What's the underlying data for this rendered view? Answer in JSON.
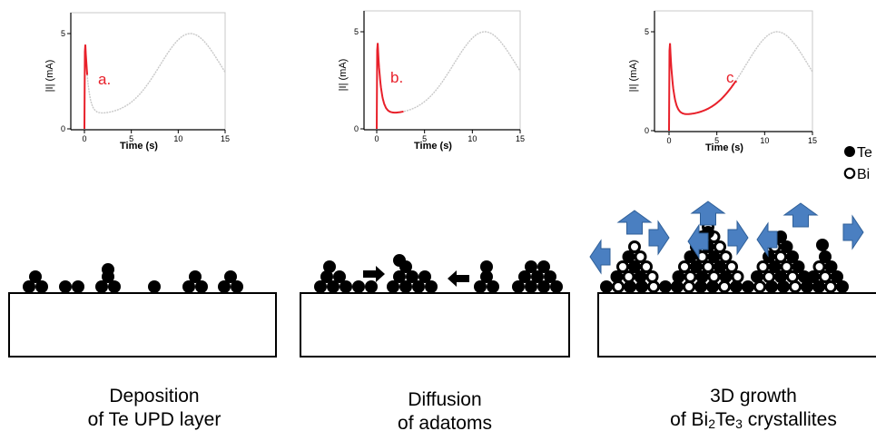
{
  "panels": [
    {
      "label": "a.",
      "caption_line1": "Deposition",
      "caption_line2": "of Te UPD layer"
    },
    {
      "label": "b.",
      "caption_line1": "Diffusion",
      "caption_line2": "of adatoms"
    },
    {
      "label": "c.",
      "caption_line1": "3D growth",
      "caption_line2_parts": [
        "of Bi",
        "2",
        "Te",
        "3",
        " crystallites"
      ]
    }
  ],
  "plot": {
    "ylabel": "|I| (mA)",
    "xlabel": "Time (s)",
    "y_ticks": [
      "0",
      "5"
    ],
    "x_ticks": [
      "0",
      "5",
      "10",
      "15"
    ],
    "highlight_color": "#e8202a",
    "trace_color": "#c8c8c8"
  },
  "legend": {
    "te": "Te",
    "bi": "Bi"
  },
  "colors": {
    "arrow_fill": "#4a7fc1",
    "arrow_stroke": "#2f5f98",
    "atom": "#000000"
  }
}
